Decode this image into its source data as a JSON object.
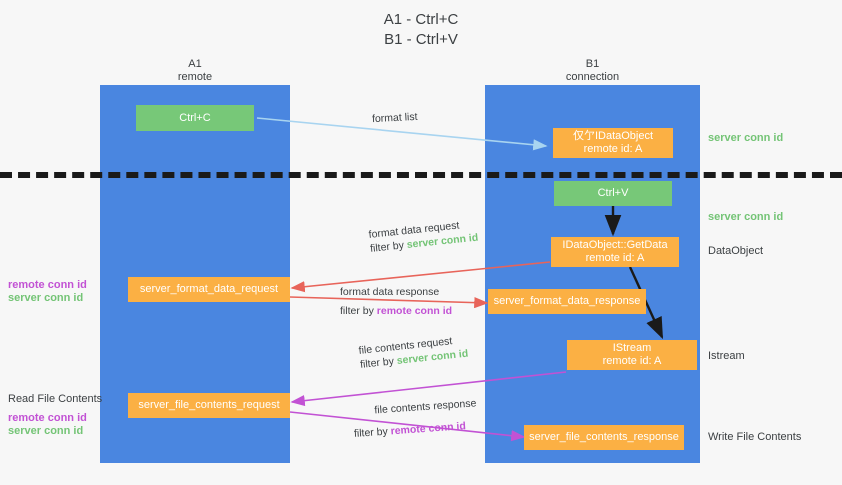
{
  "title": "A1 - Ctrl+C\nB1 - Ctrl+V",
  "lanes": [
    {
      "name": "lane-a1",
      "header": "A1\nremote"
    },
    {
      "name": "lane-b1",
      "header": "B1\nconnection"
    }
  ],
  "boxes": {
    "ctrl_c": "Ctrl+C",
    "ctrl_v": "Ctrl+V",
    "get_data_object": "仅亇IDataObject\nremote id: A",
    "idataobject_getdata": "IDataObject::GetData\nremote id: A",
    "istream": "IStream\nremote id: A",
    "server_format_data_request": "server_format_data_request",
    "server_format_data_response": "server_format_data_response",
    "server_file_contents_request": "server_file_contents_request",
    "server_file_contents_response": "server_file_contents_response"
  },
  "right_labels": {
    "server_conn_id_top": "server conn id",
    "server_conn_id_mid": "server conn id",
    "data_object": "DataObject",
    "istream": "Istream",
    "write_file_contents": "Write File Contents"
  },
  "left_labels": {
    "remote_conn_id_upper": "remote conn id",
    "server_conn_id_upper": "server conn id",
    "read_file_contents": "Read File Contents",
    "remote_conn_id_lower": "remote conn id",
    "server_conn_id_lower": "server conn id"
  },
  "annotations": {
    "format_list": "format list",
    "format_data_request": "format data request",
    "format_data_request_filter_prefix": "filter by ",
    "format_data_request_filter_value": "server conn id",
    "format_data_response": "format data response",
    "format_data_response_filter_prefix": "filter by ",
    "format_data_response_filter_value": "remote conn id",
    "file_contents_request": "file contents request",
    "file_contents_request_filter_prefix": "filter by ",
    "file_contents_request_filter_value": "server conn id",
    "file_contents_response": "file contents response",
    "file_contents_response_filter_prefix": "filter by ",
    "file_contents_response_filter_value": "remote conn id"
  },
  "colors": {
    "lane": "#4a86e0",
    "green_box": "#77c878",
    "orange_box": "#fbb044",
    "green_text": "#74c476",
    "magenta_text": "#c252d4",
    "arrow_light_blue": "#a8d4f0",
    "arrow_red": "#e8645a",
    "arrow_magenta": "#c252d4",
    "arrow_black": "#1a1a1a",
    "divider": "#1a1a1a",
    "background": "#f7f7f7"
  }
}
